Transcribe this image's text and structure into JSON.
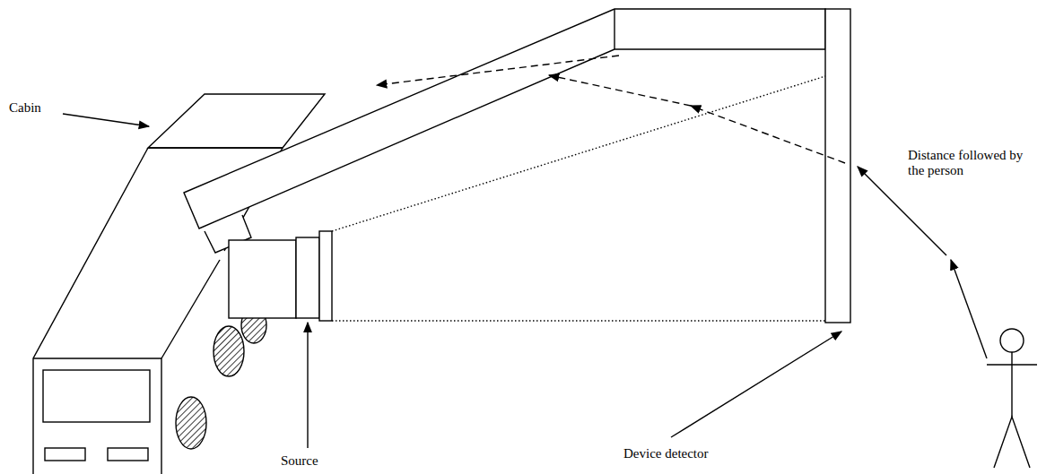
{
  "diagram": {
    "labels": [
      "Cabin",
      "Source",
      "Device detector",
      "Distance followed by the person"
    ]
  }
}
